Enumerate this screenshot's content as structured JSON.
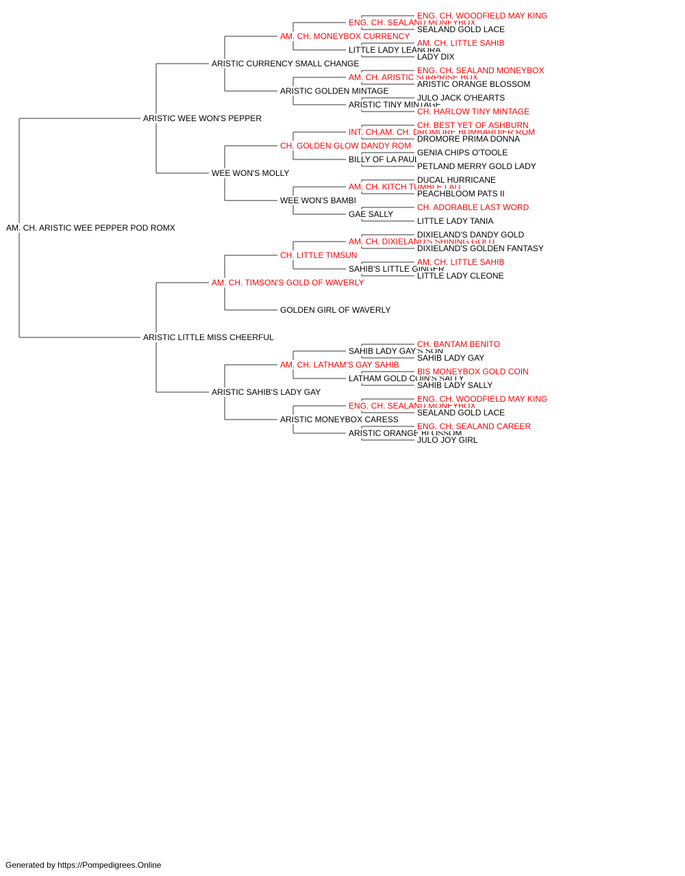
{
  "colors": {
    "champion": "#ff0000",
    "normal": "#000000",
    "line": "#333333"
  },
  "pedigree": {
    "name": "AM. CH. ARISTIC WEE PEPPER POD ROMX",
    "champion": false,
    "sire": {
      "name": "ARISTIC WEE WON'S PEPPER",
      "champion": false,
      "sire": {
        "name": "ARISTIC CURRENCY SMALL CHANGE",
        "champion": false,
        "sire": {
          "name": "AM. CH. MONEYBOX CURRENCY",
          "champion": true,
          "sire": {
            "name": "ENG. CH. SEALAND MONEYBOX",
            "champion": true,
            "sire": {
              "name": "ENG. CH. WOODFIELD MAY KING",
              "champion": true
            },
            "dam": {
              "name": "SEALAND GOLD LACE",
              "champion": false
            }
          },
          "dam": {
            "name": "LITTLE LADY LEANORA",
            "champion": false,
            "sire": {
              "name": "AM. CH. LITTLE SAHIB",
              "champion": true
            },
            "dam": {
              "name": "LADY DIX",
              "champion": false
            }
          }
        },
        "dam": {
          "name": "ARISTIC GOLDEN MINTAGE",
          "champion": false,
          "sire": {
            "name": "AM. CH. ARISTIC SURPRISE BOX",
            "champion": true,
            "sire": {
              "name": "ENG. CH. SEALAND MONEYBOX",
              "champion": true
            },
            "dam": {
              "name": "ARISTIC ORANGE BLOSSOM",
              "champion": false
            }
          },
          "dam": {
            "name": "ARISTIC TINY MINTAGE",
            "champion": false,
            "sire": {
              "name": "JULO JACK O'HEARTS",
              "champion": false
            },
            "dam": {
              "name": "CH. HARLOW TINY MINTAGE",
              "champion": true
            }
          }
        }
      },
      "dam": {
        "name": "WEE WON'S MOLLY",
        "champion": false,
        "sire": {
          "name": "CH. GOLDEN GLOW DANDY ROM",
          "champion": true,
          "sire": {
            "name": "INT. CH.AM. CH. DROMORE BOMBARDIER ROM",
            "champion": true,
            "sire": {
              "name": "CH. BEST YET OF ASHBURN",
              "champion": true
            },
            "dam": {
              "name": "DROMORE PRIMA DONNA",
              "champion": false
            }
          },
          "dam": {
            "name": "BILLY OF LA PAUL",
            "champion": false,
            "sire": {
              "name": "GENIA CHIPS O'TOOLE",
              "champion": false
            },
            "dam": {
              "name": "PETLAND MERRY GOLD LADY",
              "champion": false
            }
          }
        },
        "dam": {
          "name": "WEE WON'S BAMBI",
          "champion": false,
          "sire": {
            "name": "AM. CH. KITCH TUMBLE LAD",
            "champion": true,
            "sire": {
              "name": "DUCAL HURRICANE",
              "champion": false
            },
            "dam": {
              "name": "PEACHBLOOM PATS II",
              "champion": false
            }
          },
          "dam": {
            "name": "GAE SALLY",
            "champion": false,
            "sire": {
              "name": "CH. ADORABLE LAST WORD",
              "champion": true
            },
            "dam": {
              "name": "LITTLE LADY TANIA",
              "champion": false
            }
          }
        }
      }
    },
    "dam": {
      "name": "ARISTIC LITTLE MISS CHEERFUL",
      "champion": false,
      "sire": {
        "name": "AM. CH. TIMSON'S GOLD OF WAVERLY",
        "champion": true,
        "sire": {
          "name": "CH. LITTLE TIMSUN",
          "champion": true,
          "sire": {
            "name": "AM. CH. DIXIELAND'S SHINING GOLD",
            "champion": true,
            "sire": {
              "name": "DIXIELAND'S DANDY GOLD",
              "champion": false
            },
            "dam": {
              "name": "DIXIELAND'S GOLDEN FANTASY",
              "champion": false
            }
          },
          "dam": {
            "name": "SAHIB'S LITTLE GINGER",
            "champion": false,
            "sire": {
              "name": "AM. CH. LITTLE SAHIB",
              "champion": true
            },
            "dam": {
              "name": "LITTLE LADY CLEONE",
              "champion": false
            }
          }
        },
        "dam": {
          "name": "GOLDEN GIRL OF WAVERLY",
          "champion": false
        }
      },
      "dam": {
        "name": "ARISTIC SAHIB'S LADY GAY",
        "champion": false,
        "sire": {
          "name": "AM. CH. LATHAM'S GAY SAHIB",
          "champion": true,
          "sire": {
            "name": "SAHIB LADY GAY'S SON",
            "champion": false,
            "sire": {
              "name": "CH. BANTAM BENITO",
              "champion": true
            },
            "dam": {
              "name": "SAHIB LADY GAY",
              "champion": false
            }
          },
          "dam": {
            "name": "LATHAM GOLD COIN'S SALLY",
            "champion": false,
            "sire": {
              "name": "BIS MONEYBOX GOLD COIN",
              "champion": true
            },
            "dam": {
              "name": "SAHIB LADY SALLY",
              "champion": false
            }
          }
        },
        "dam": {
          "name": "ARISTIC MONEYBOX CARESS",
          "champion": false,
          "sire": {
            "name": "ENG. CH. SEALAND MONEYBOX",
            "champion": true,
            "sire": {
              "name": "ENG. CH. WOODFIELD MAY KING",
              "champion": true
            },
            "dam": {
              "name": "SEALAND GOLD LACE",
              "champion": false
            }
          },
          "dam": {
            "name": "ARISTIC ORANGE BLOSSOM",
            "champion": false,
            "sire": {
              "name": "ENG. CH. SEALAND CAREER",
              "champion": true
            },
            "dam": {
              "name": "JULO JOY GIRL",
              "champion": false
            }
          }
        }
      }
    }
  },
  "footer": "Generated by https://Pompedigrees.Online"
}
